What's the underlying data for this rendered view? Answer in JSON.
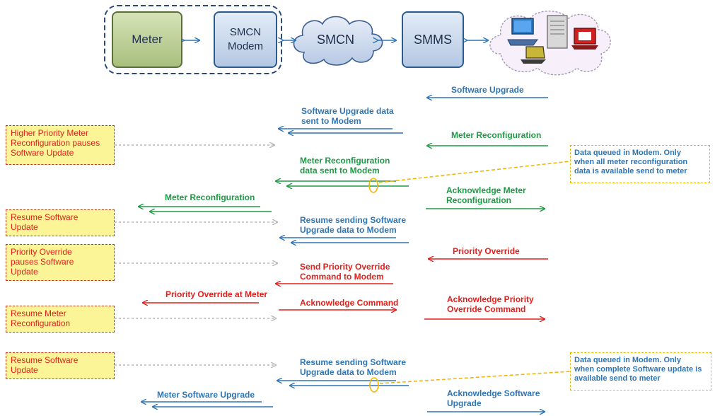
{
  "topology": {
    "meter": "Meter",
    "modem_line1": "SMCN",
    "modem_line2": "Modem",
    "cloud": "SMCN",
    "smms": "SMMS"
  },
  "notes": {
    "n1": [
      "Higher Priority Meter",
      "Reconfiguration pauses",
      "Software Update"
    ],
    "n2": [
      "Resume Software",
      "Update"
    ],
    "n3": [
      "Priority Override",
      "pauses Software",
      "Update"
    ],
    "n4": [
      "Resume Meter",
      "Reconfiguration"
    ],
    "n5": [
      "Resume Software",
      "Update"
    ]
  },
  "info": {
    "i1": [
      "Data queued in Modem. Only",
      "when all meter reconfiguration",
      "data is available send to meter"
    ],
    "i2": [
      "Data queued in Modem. Only",
      "when complete Software update is",
      "available send to meter"
    ]
  },
  "messages": {
    "sw_upgrade": "Software Upgrade",
    "sw_data_1": "Software Upgrade data",
    "sw_data_2": "sent to Modem",
    "meter_reconf": "Meter Reconfiguration",
    "mr_data_1": "Meter Reconfiguration",
    "mr_data_2": "data sent to Modem",
    "ack_mr_1": "Acknowledge Meter",
    "ack_mr_2": "Reconfiguration",
    "meter_reconf_left": "Meter Reconfiguration",
    "resume_1a": "Resume sending Software",
    "resume_1b": "Upgrade data to Modem",
    "priority_override": "Priority Override",
    "send_po_1": "Send Priority Override",
    "send_po_2": "Command to Modem",
    "po_at_meter": "Priority Override at Meter",
    "ack_cmd": "Acknowledge Command",
    "ack_po_1": "Acknowledge Priority",
    "ack_po_2": "Override Command",
    "resume_2a": "Resume sending Software",
    "resume_2b": "Upgrade data to Modem",
    "meter_sw_upgrade": "Meter Software Upgrade",
    "ack_sw_1": "Acknowledge Software",
    "ack_sw_2": "Upgrade"
  },
  "colors": {
    "blue": "#2e75b6",
    "green": "#1e9a45",
    "red": "#e2201c",
    "gray": "#b8b8b8",
    "note_bg": "#fbf598",
    "info_border": "#f5b800"
  },
  "icons": [
    "desktop-computer-icon",
    "server-tower-icon",
    "laptop-icon",
    "red-laptop-icon"
  ]
}
